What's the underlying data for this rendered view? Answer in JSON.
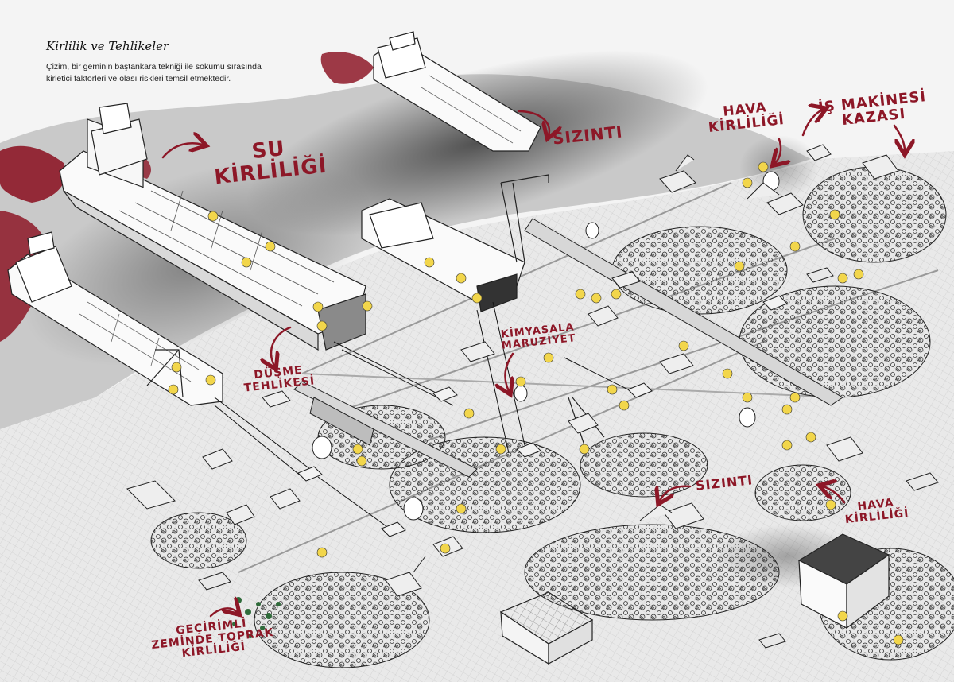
{
  "header": {
    "title": "Kirlilik ve Tehlikeler",
    "caption_line1": "Çizim, bir geminin baştankara tekniği ile sökümü sırasında",
    "caption_line2": "kirletici faktörleri ve olası riskleri temsil etmektedir."
  },
  "labels": {
    "su_kirliligi": [
      "SU",
      "KİRLİLİĞİ"
    ],
    "sizinti_top": "SIZINTI",
    "hava_kirliligi_top": [
      "HAVA",
      "KİRLİLİĞİ"
    ],
    "is_makinesi_kazasi": [
      "İŞ MAKİNESİ",
      "KAZASI"
    ],
    "kimyasala_maruziyet": [
      "KİMYASALA",
      "MARUZİYET"
    ],
    "dusme_tehlikesi": [
      "DÜŞME",
      "TEHLİKESİ"
    ],
    "sizinti_mid": "SIZINTI",
    "hava_kirliligi_bottom": [
      "HAVA",
      "KİRLİLİĞİ"
    ],
    "toprak_kirliligi": [
      "GEÇİRİMLİ",
      "ZEMİNDE TOPRAK",
      "KİRLİLİĞİ"
    ]
  },
  "colors": {
    "accent_red": "#8d1727",
    "ink": "#1a1a1a",
    "worker_yellow": "#f2d64b",
    "water_grey": "#9a9a9a"
  },
  "icons": [
    "ship-icon",
    "excavator-icon",
    "crane-icon",
    "warehouse-icon",
    "worker-icon",
    "arrow-icon"
  ]
}
